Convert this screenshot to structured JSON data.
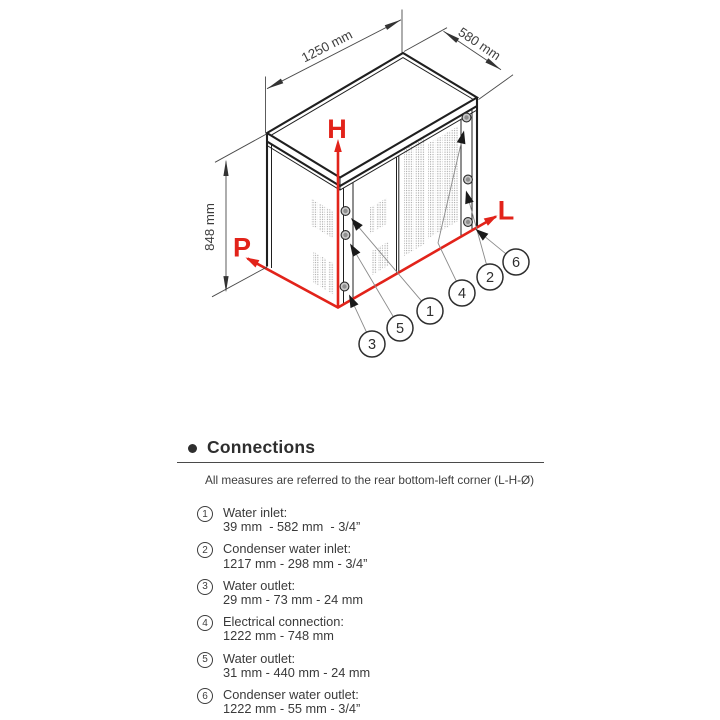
{
  "diagram": {
    "axis_labels": {
      "height": "H",
      "depth": "P",
      "length": "L"
    },
    "dimensions": {
      "length": "1250 mm",
      "depth": "580 mm",
      "height": "848 mm"
    },
    "accent_color": "#e2231a"
  },
  "connections": {
    "heading": "Connections",
    "note": "All measures are referred to the rear bottom-left corner (L-H-Ø)",
    "items": [
      {
        "num": "1",
        "title": "Water inlet:",
        "value": "39 mm  - 582 mm  - 3/4”"
      },
      {
        "num": "2",
        "title": "Condenser water inlet:",
        "value": "1217 mm - 298 mm - 3/4”"
      },
      {
        "num": "3",
        "title": "Water outlet:",
        "value": "29 mm - 73 mm - 24 mm"
      },
      {
        "num": "4",
        "title": "Electrical connection:",
        "value": "1222 mm - 748 mm"
      },
      {
        "num": "5",
        "title": "Water outlet:",
        "value": "31 mm - 440 mm - 24 mm"
      },
      {
        "num": "6",
        "title": "Condenser water outlet:",
        "value": "1222 mm - 55 mm - 3/4”"
      }
    ]
  }
}
